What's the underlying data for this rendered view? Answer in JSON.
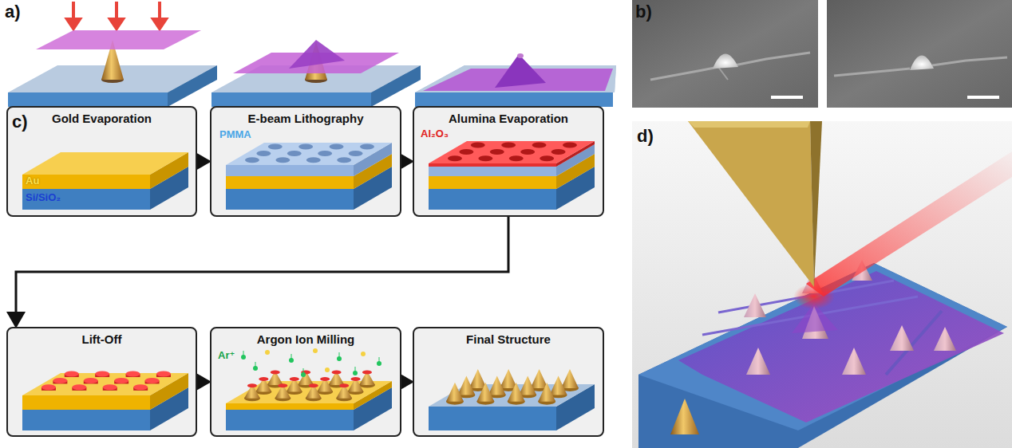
{
  "diagram": {
    "nodes": [
      {
        "text": [
          "Gold Evaporation",
          "Au",
          "Si/SiO₂"
        ]
      },
      {
        "text": [
          "E-beam Lithography",
          "PMMA"
        ]
      },
      {
        "text": [
          "Alumina Evaporation",
          "Al₂O₃"
        ]
      },
      {
        "text": [
          "Lift-Off"
        ]
      },
      {
        "text": [
          "Argon Ion Milling",
          "Ar⁺"
        ]
      },
      {
        "text": [
          "Final Structure"
        ]
      }
    ],
    "edges": [
      {
        "from": 0,
        "to": 1,
        "arrow": "to"
      },
      {
        "from": 1,
        "to": 2,
        "arrow": "to"
      },
      {
        "from": 2,
        "to": 3,
        "arrow": "to"
      },
      {
        "from": 3,
        "to": 4,
        "arrow": "to"
      },
      {
        "from": 4,
        "to": 5,
        "arrow": "to"
      }
    ],
    "labels": [
      "a)",
      "b)",
      "c)",
      "d)"
    ]
  }
}
